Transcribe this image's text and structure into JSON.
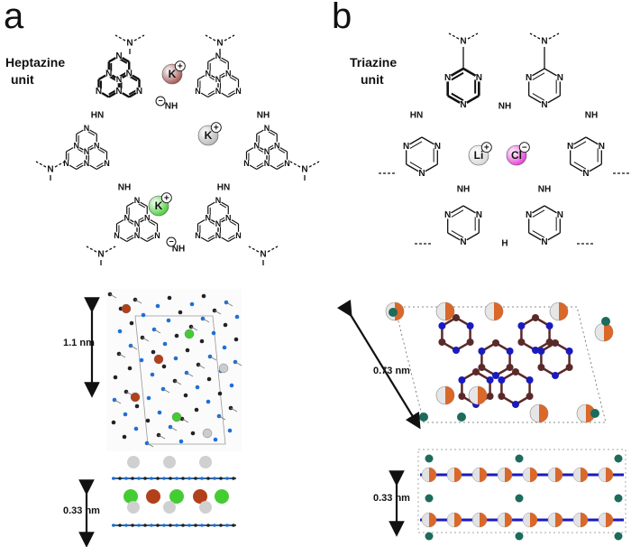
{
  "panel_a": {
    "letter": "a",
    "unit_label_line1": "Heptazine",
    "unit_label_line2": "unit",
    "ion_k": "K",
    "charge_plus": "+",
    "charge_minus": "−",
    "atom_n": "N",
    "atom_hn": "HN",
    "atom_nh": "NH",
    "top_view_width": "1.1 nm",
    "side_view_spacing": "0.33 nm"
  },
  "panel_b": {
    "letter": "b",
    "unit_label_line1": "Triazine",
    "unit_label_line2": "unit",
    "ion_li": "Li",
    "ion_cl": "Cl",
    "charge_plus": "+",
    "charge_minus": "−",
    "atom_n": "N",
    "atom_hn": "HN",
    "atom_nh": "NH",
    "atom_h": "H",
    "top_view_width": "0.73 nm",
    "side_view_spacing": "0.33 nm"
  },
  "colors": {
    "potassium_dark": "#a0524f",
    "potassium_grey": "#b5b5b5",
    "potassium_green": "#44cc33",
    "lithium": "#d8d8d8",
    "chlorine": "#e63ad8",
    "bond": "#111111",
    "nitrogen_ball": "#1e6fd6",
    "carbon_ball": "#222222",
    "k_ball": "#b2401a",
    "cl_ball": "#1d6b5c",
    "triazine_n": "#1a1ac0",
    "triazine_c": "#5a2a2a"
  }
}
